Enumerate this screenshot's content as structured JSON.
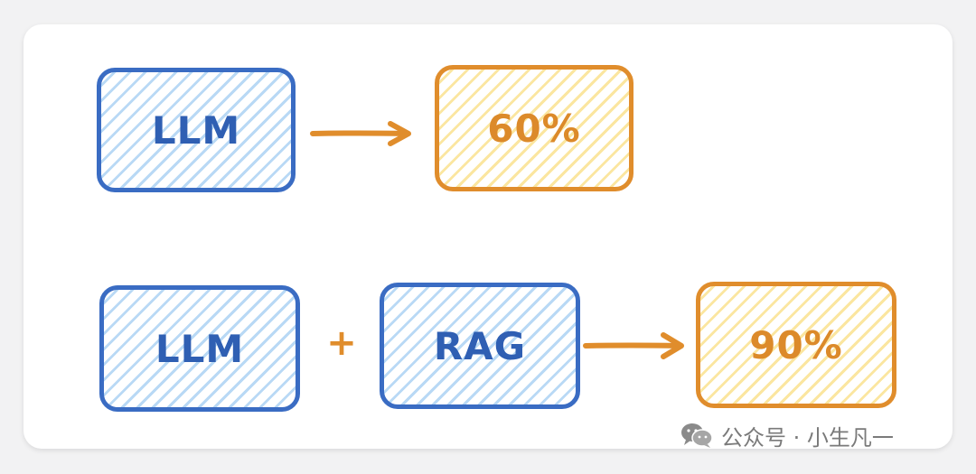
{
  "diagram": {
    "row1": {
      "input_label": "LLM",
      "output_label": "60%"
    },
    "row2": {
      "input_label_1": "LLM",
      "operator": "+",
      "input_label_2": "RAG",
      "output_label": "90%"
    },
    "colors": {
      "input_border": "#3a6cc3",
      "input_hatch": "#b9d9f5",
      "output_border": "#e08d2c",
      "output_hatch": "#fbe6a0",
      "arrow": "#e08d2c"
    }
  },
  "watermark": {
    "icon": "wechat-icon",
    "text": "公众号 · 小生凡一"
  }
}
